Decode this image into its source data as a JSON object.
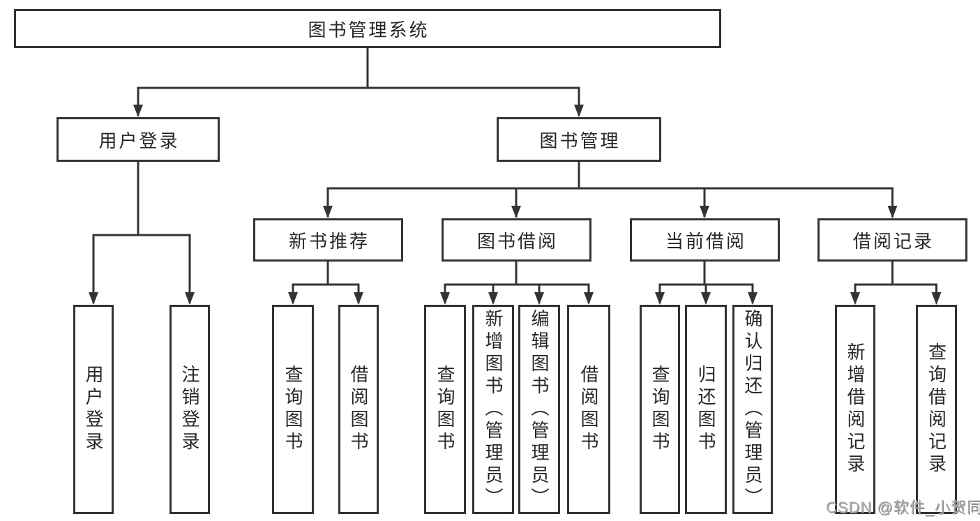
{
  "tree": {
    "root": "图书管理系统",
    "branches": [
      {
        "label": "用户登录",
        "children": [
          "用户登录",
          "注销登录"
        ]
      },
      {
        "label": "图书管理",
        "sections": [
          {
            "label": "新书推荐",
            "children": [
              "查询图书",
              "借阅图书"
            ]
          },
          {
            "label": "图书借阅",
            "children": [
              "查询图书",
              "新增图书（管理员）",
              "编辑图书（管理员）",
              "借阅图书"
            ]
          },
          {
            "label": "当前借阅",
            "children": [
              "查询图书",
              "归还图书",
              "确认归还（管理员）"
            ]
          },
          {
            "label": "借阅记录",
            "children": [
              "新增借阅记录",
              "查询借阅记录"
            ]
          }
        ]
      }
    ]
  },
  "watermark": "CSDN @软件_小贺同学",
  "colors": {
    "line": "#333333",
    "text": "#262626",
    "background": "#ffffff",
    "watermark": "#a9a9a9"
  }
}
